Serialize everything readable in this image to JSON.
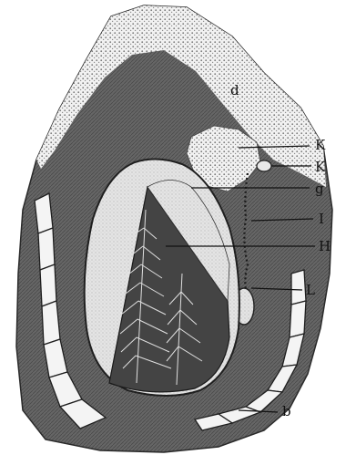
{
  "labels": {
    "d": "d",
    "k_upper": "K",
    "k_lower": "K",
    "g": "g",
    "i_upper": "I",
    "h": "H",
    "l": "L",
    "b": "b"
  },
  "colors": {
    "tissue": "#5f5f5f",
    "tissue_edge": "#3d3d3d",
    "stipple": "#9a9a9a",
    "pale": "#dcdcdc",
    "cell_fill": "#f4f4f4",
    "ink": "#1a1a1a"
  }
}
